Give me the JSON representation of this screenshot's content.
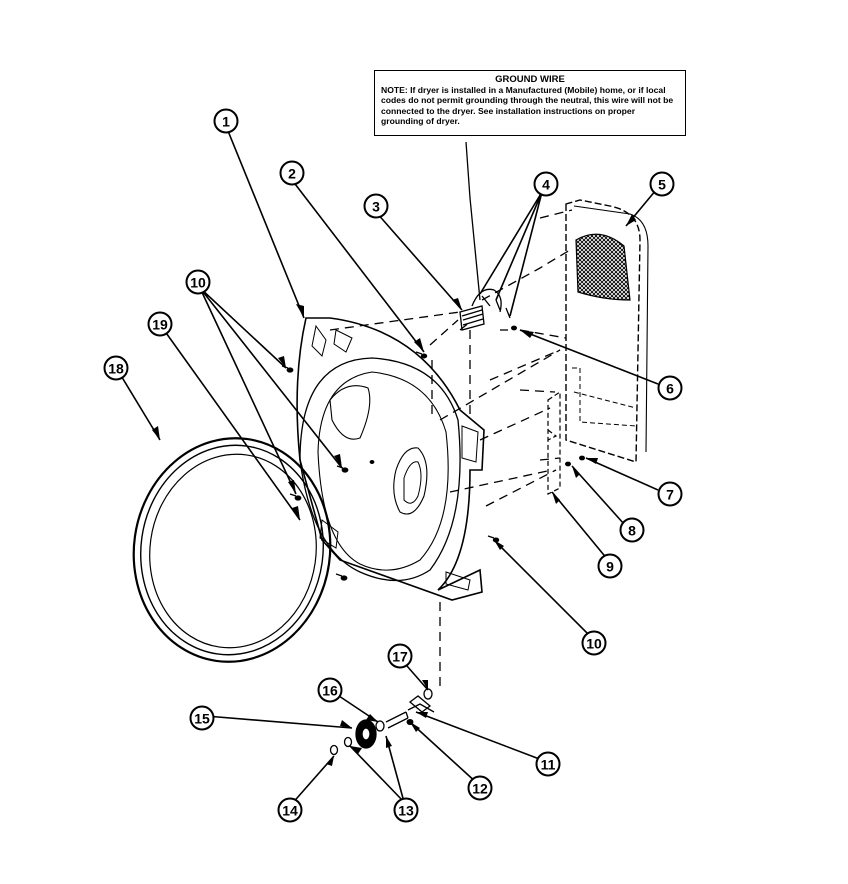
{
  "note": {
    "title": "GROUND WIRE",
    "text": "NOTE: If dryer is installed in a Manufactured (Mobile) home, or if local codes do not permit grounding through the neutral, this wire will not be connected to the dryer. See installation instructions on proper grounding of dryer."
  },
  "callouts": [
    {
      "id": "c1",
      "label": "1"
    },
    {
      "id": "c2",
      "label": "2"
    },
    {
      "id": "c3",
      "label": "3"
    },
    {
      "id": "c4",
      "label": "4"
    },
    {
      "id": "c5",
      "label": "5"
    },
    {
      "id": "c6",
      "label": "6"
    },
    {
      "id": "c7",
      "label": "7"
    },
    {
      "id": "c8",
      "label": "8"
    },
    {
      "id": "c9",
      "label": "9"
    },
    {
      "id": "c10a",
      "label": "10"
    },
    {
      "id": "c10b",
      "label": "10"
    },
    {
      "id": "c11",
      "label": "11"
    },
    {
      "id": "c12",
      "label": "12"
    },
    {
      "id": "c13",
      "label": "13"
    },
    {
      "id": "c14",
      "label": "14"
    },
    {
      "id": "c15",
      "label": "15"
    },
    {
      "id": "c16",
      "label": "16"
    },
    {
      "id": "c17",
      "label": "17"
    },
    {
      "id": "c18",
      "label": "18"
    },
    {
      "id": "c19",
      "label": "19"
    }
  ]
}
